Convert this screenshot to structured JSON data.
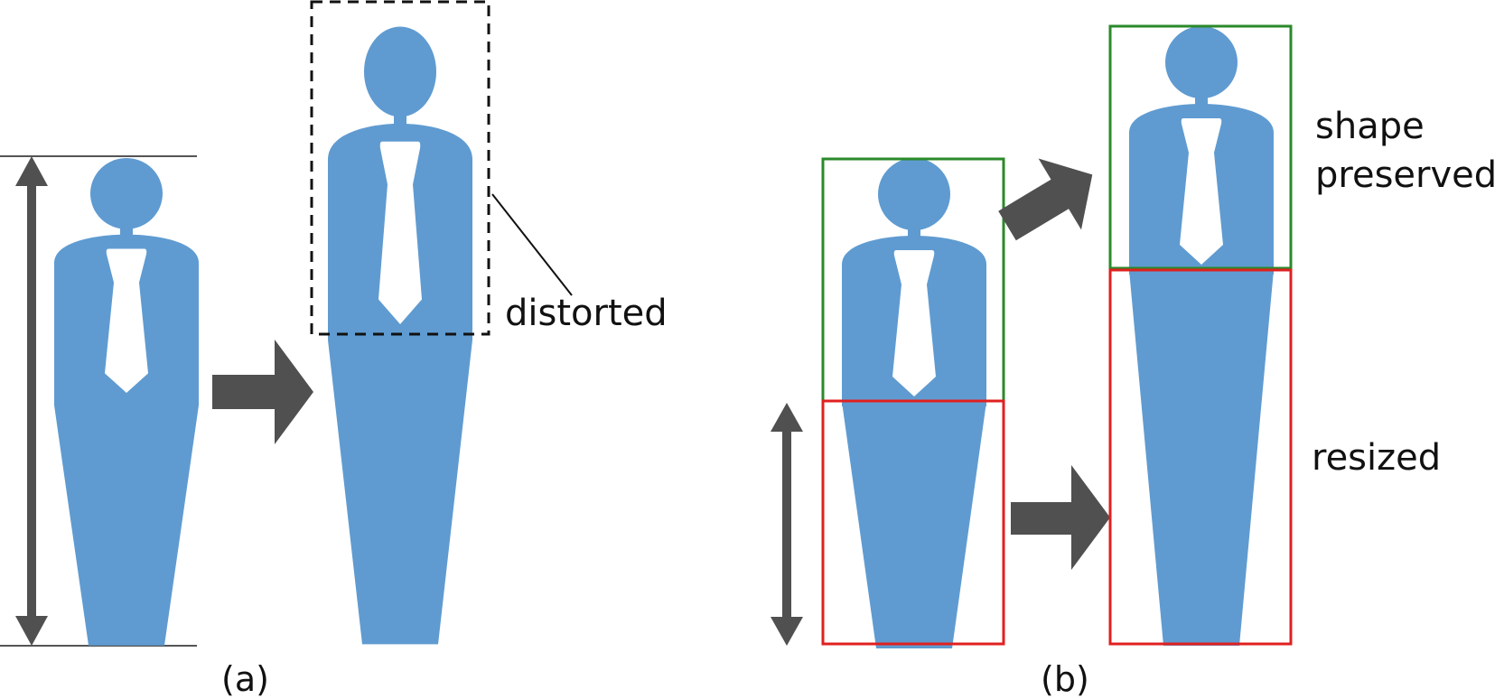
{
  "panel_a": {
    "caption": "(a)",
    "annotation": "distorted"
  },
  "panel_b": {
    "caption": "(b)",
    "annotation_top_line1": "shape",
    "annotation_top_line2": "preserved",
    "annotation_bottom": "resized"
  },
  "colors": {
    "figure_fill": "#5f9bd1",
    "tie_fill": "#ffffff",
    "arrow_fill": "#505050",
    "preserved_box": "#2a8a2a",
    "resized_box": "#e02020",
    "guide_line": "#555555"
  },
  "icons": {
    "figure": "person-with-tie-icon",
    "arrow": "right-arrow-icon",
    "double_arrow": "vertical-double-arrow-icon"
  }
}
